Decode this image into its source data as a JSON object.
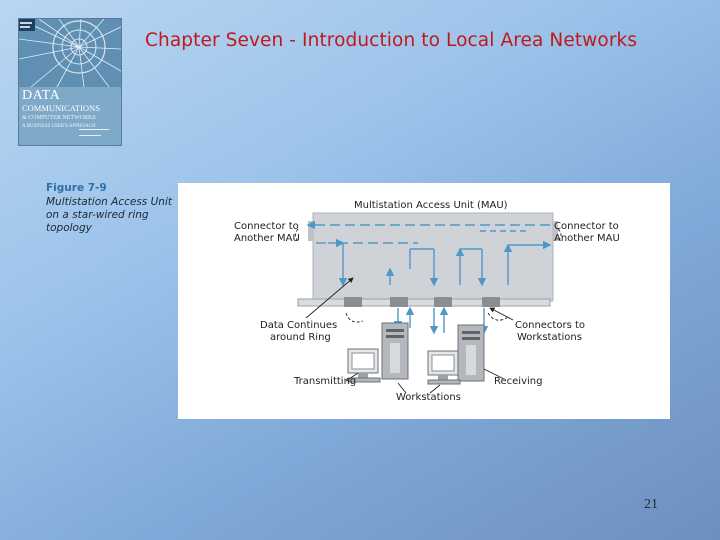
{
  "slide": {
    "title": "Chapter Seven - Introduction to Local Area Networks",
    "page_number": "21"
  },
  "book_cover": {
    "title_line1": "DATA",
    "title_line2": "COMMUNICATIONS",
    "title_line3": "& COMPUTER NETWORKS",
    "subtitle": "A BUSINESS USER'S APPROACH"
  },
  "figure": {
    "number": "Figure 7-9",
    "caption": "Multistation Access Unit on a star-wired ring topology",
    "labels": {
      "mau": "Multistation Access Unit (MAU)",
      "connector_left_1": "Connector to",
      "connector_left_2": "Another MAU",
      "connector_right_1": "Connector to",
      "connector_right_2": "Another MAU",
      "data_continues_1": "Data Continues",
      "data_continues_2": "around Ring",
      "connectors_ws_1": "Connectors to",
      "connectors_ws_2": "Workstations",
      "transmitting": "Transmitting",
      "receiving": "Receiving",
      "workstations": "Workstations"
    }
  }
}
